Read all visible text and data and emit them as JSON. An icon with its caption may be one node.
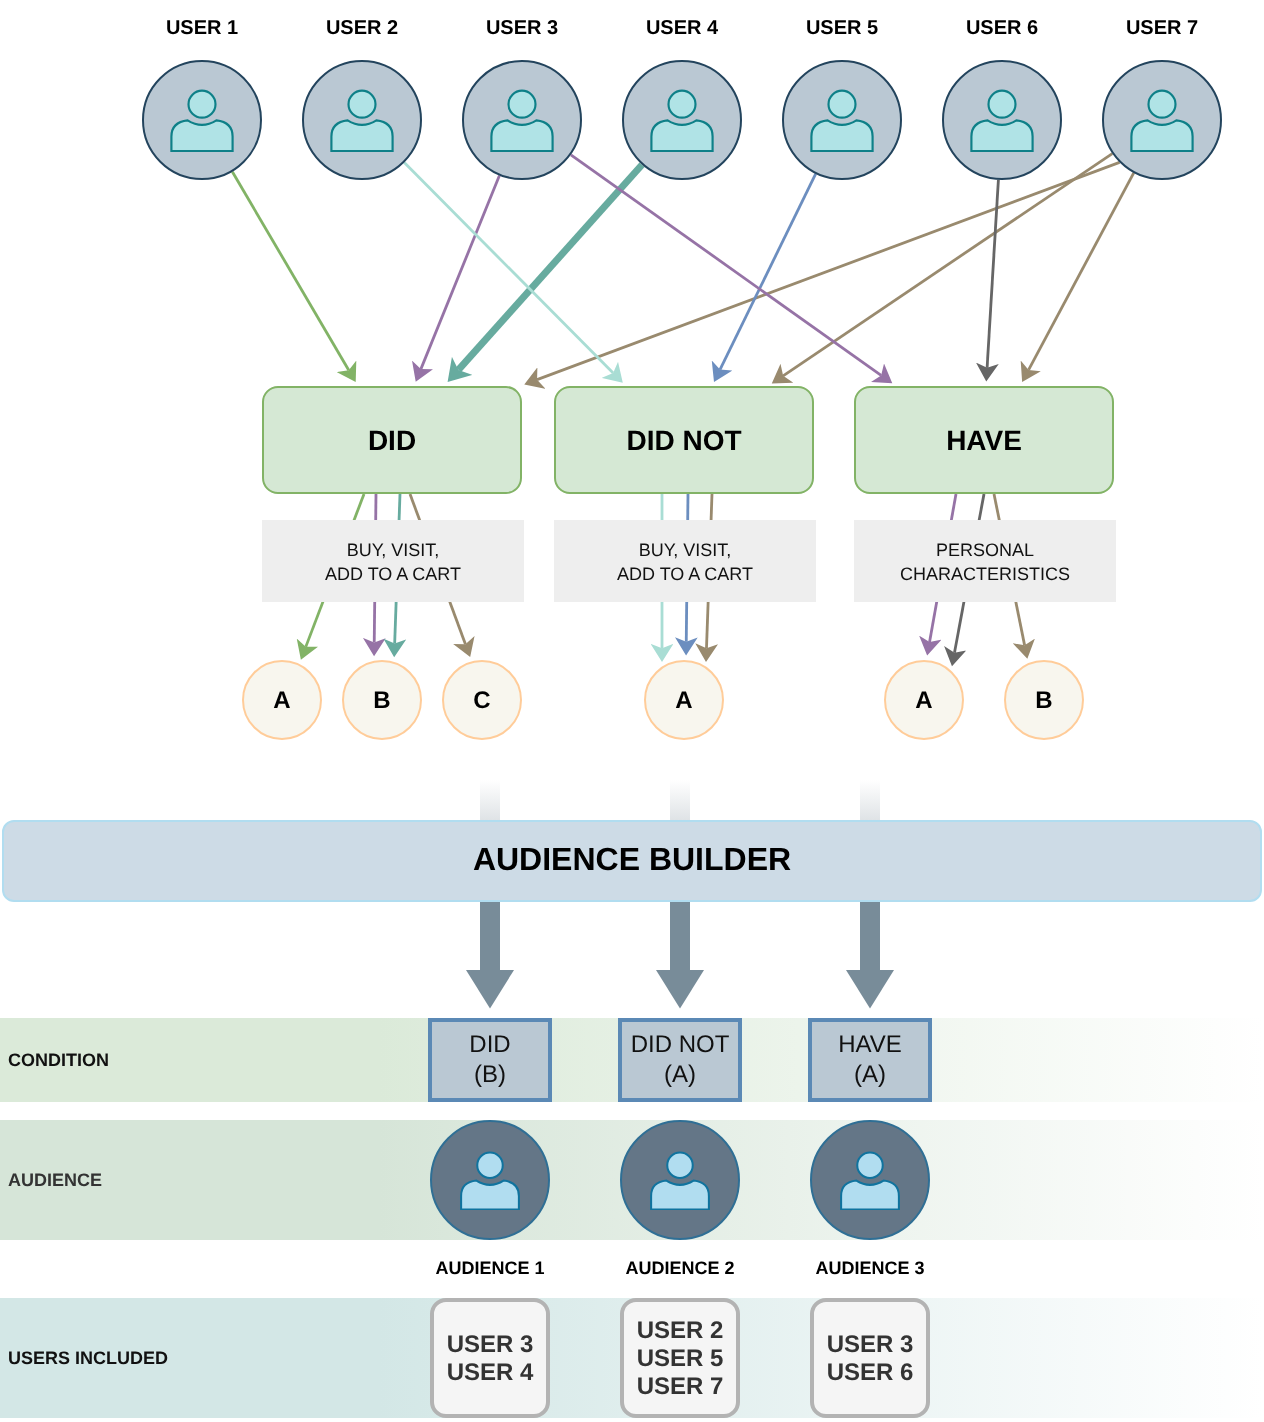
{
  "diagram": {
    "nodes": [
      {
        "text": [
          "USER 1"
        ]
      },
      {
        "text": [
          "USER 2"
        ]
      },
      {
        "text": [
          "USER 3"
        ]
      },
      {
        "text": [
          "USER 4"
        ]
      },
      {
        "text": [
          "USER 5"
        ]
      },
      {
        "text": [
          "USER 6"
        ]
      },
      {
        "text": [
          "USER 7"
        ]
      },
      {
        "text": [
          "DID"
        ],
        "beside": [
          "BUY, VISIT, ADD TO A CART"
        ]
      },
      {
        "text": [
          "DID NOT"
        ],
        "beside": [
          "BUY, VISIT, ADD TO A CART"
        ]
      },
      {
        "text": [
          "HAVE"
        ],
        "beside": [
          "PERSONAL CHARACTERISTICS"
        ]
      },
      {
        "text": [
          "A"
        ]
      },
      {
        "text": [
          "B"
        ]
      },
      {
        "text": [
          "C"
        ]
      },
      {
        "text": [
          "A"
        ]
      },
      {
        "text": [
          "A"
        ]
      },
      {
        "text": [
          "B"
        ]
      },
      {
        "text": [
          "AUDIENCE BUILDER"
        ]
      },
      {
        "text": [
          "CONDITION"
        ]
      },
      {
        "text": [
          "DID (B)"
        ],
        "in": 17
      },
      {
        "text": [
          "DID NOT (A)"
        ],
        "in": 17
      },
      {
        "text": [
          "HAVE (A)"
        ],
        "in": 17
      },
      {
        "text": [
          "AUDIENCE"
        ]
      },
      {
        "text": [],
        "shape": "circle",
        "beside": [
          "AUDIENCE 1"
        ],
        "in": 21
      },
      {
        "text": [],
        "shape": "circle",
        "beside": [
          "AUDIENCE 2"
        ],
        "in": 21
      },
      {
        "text": [],
        "shape": "circle",
        "beside": [
          "AUDIENCE 3"
        ],
        "in": 21
      },
      {
        "text": [
          "USERS INCLUDED"
        ]
      },
      {
        "text": [
          "USER 3 USER 4"
        ],
        "in": 25
      },
      {
        "text": [
          "USER 2 USER 5 USER 7"
        ],
        "in": 25
      },
      {
        "text": [
          "USER 3 USER 6"
        ],
        "in": 25
      }
    ],
    "edges": [
      {
        "from": 0,
        "to": 7,
        "arrow": "to",
        "color": "#82b366"
      },
      {
        "from": 2,
        "to": 7,
        "arrow": "to",
        "color": "#9673a6"
      },
      {
        "from": 3,
        "to": 7,
        "arrow": "to",
        "color": "#67ab9f",
        "style": "thick"
      },
      {
        "from": 6,
        "to": 7,
        "arrow": "to",
        "color": "#998a6e"
      },
      {
        "from": 1,
        "to": 8,
        "arrow": "to",
        "color": "#a9ddd4"
      },
      {
        "from": 4,
        "to": 8,
        "arrow": "to",
        "color": "#6c8ebf"
      },
      {
        "from": 6,
        "to": 8,
        "arrow": "to",
        "color": "#998a6e"
      },
      {
        "from": 2,
        "to": 9,
        "arrow": "to",
        "color": "#9673a6"
      },
      {
        "from": 5,
        "to": 9,
        "arrow": "to",
        "color": "#666666"
      },
      {
        "from": 6,
        "to": 9,
        "arrow": "to",
        "color": "#998a6e"
      },
      {
        "from": 7,
        "to": 10,
        "arrow": "to",
        "color": "#82b366"
      },
      {
        "from": 7,
        "to": 11,
        "arrow": "to",
        "color": "#9673a6"
      },
      {
        "from": 7,
        "to": 11,
        "arrow": "to",
        "color": "#67ab9f"
      },
      {
        "from": 7,
        "to": 12,
        "arrow": "to",
        "color": "#998a6e"
      },
      {
        "from": 8,
        "to": 13,
        "arrow": "to",
        "color": "#a9ddd4"
      },
      {
        "from": 8,
        "to": 13,
        "arrow": "to",
        "color": "#6c8ebf"
      },
      {
        "from": 8,
        "to": 13,
        "arrow": "to",
        "color": "#998a6e"
      },
      {
        "from": 9,
        "to": 14,
        "arrow": "to",
        "color": "#9673a6"
      },
      {
        "from": 9,
        "to": 14,
        "arrow": "to",
        "color": "#666666"
      },
      {
        "from": 9,
        "to": 15,
        "arrow": "to",
        "color": "#998a6e"
      },
      {
        "from": 16,
        "to": 18,
        "arrow": "to",
        "style": "thick",
        "color": "#788c99"
      },
      {
        "from": 16,
        "to": 19,
        "arrow": "to",
        "style": "thick",
        "color": "#788c99"
      },
      {
        "from": 16,
        "to": 20,
        "arrow": "to",
        "style": "thick",
        "color": "#788c99"
      }
    ]
  }
}
